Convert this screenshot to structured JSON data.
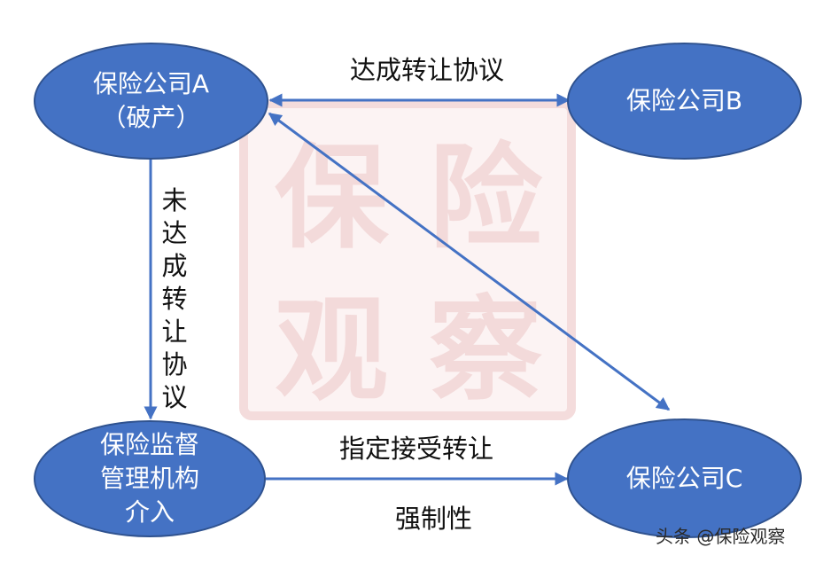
{
  "seal": {
    "chars": [
      "保",
      "险",
      "观",
      "察"
    ]
  },
  "nodes": {
    "company_a": {
      "line1": "保险公司A",
      "line2": "（破产）"
    },
    "company_b": {
      "line1": "保险公司B"
    },
    "regulator": {
      "line1": "保险监督",
      "line2": "管理机构",
      "line3": "介入"
    },
    "company_c": {
      "line1": "保险公司C"
    }
  },
  "edges": {
    "a_to_b": {
      "label": "达成转让协议"
    },
    "a_to_regulator": {
      "label": "未达成转让协议"
    },
    "regulator_to_c": {
      "label_top": "指定接受转让",
      "label_bottom": "强制性"
    },
    "a_to_c": {
      "label": ""
    }
  },
  "watermark": {
    "text": "头条 @保险观察"
  },
  "colors": {
    "node_fill": "#4472c4",
    "node_border": "#2f528f",
    "arrow": "#4472c4",
    "seal_tint": "#f3dada"
  }
}
